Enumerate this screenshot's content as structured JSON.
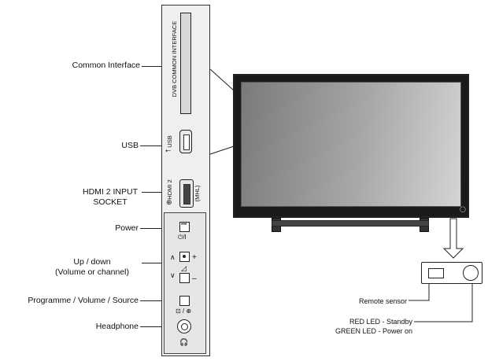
{
  "labels": {
    "common_interface": "Common Interface",
    "usb": "USB",
    "hdmi_line1": "HDMI 2 INPUT",
    "hdmi_line2": "SOCKET",
    "power": "Power",
    "updown_line1": "Up / down",
    "updown_line2": "(Volume or channel)",
    "programme": "Programme / Volume / Source",
    "headphone": "Headphone",
    "remote_sensor": "Remote sensor",
    "red_led": "RED LED - Standby",
    "green_led": "GREEN LED - Power on"
  },
  "panel": {
    "ci_slot_text": "DVB COMMON INTERFACE",
    "usb_text": "USB",
    "hdmi_text": "HDMI 2",
    "mhl_text": "(MHL)",
    "power_symbol": "⏻/I",
    "plus": "+",
    "minus": "–",
    "source_symbol": "⊡ / ⊕",
    "headphone_symbol": "🎧"
  },
  "colors": {
    "line": "#222222",
    "panel_bg": "#efefef",
    "screen_dark": "#7a7a7a",
    "screen_light": "#d4d4d4"
  }
}
